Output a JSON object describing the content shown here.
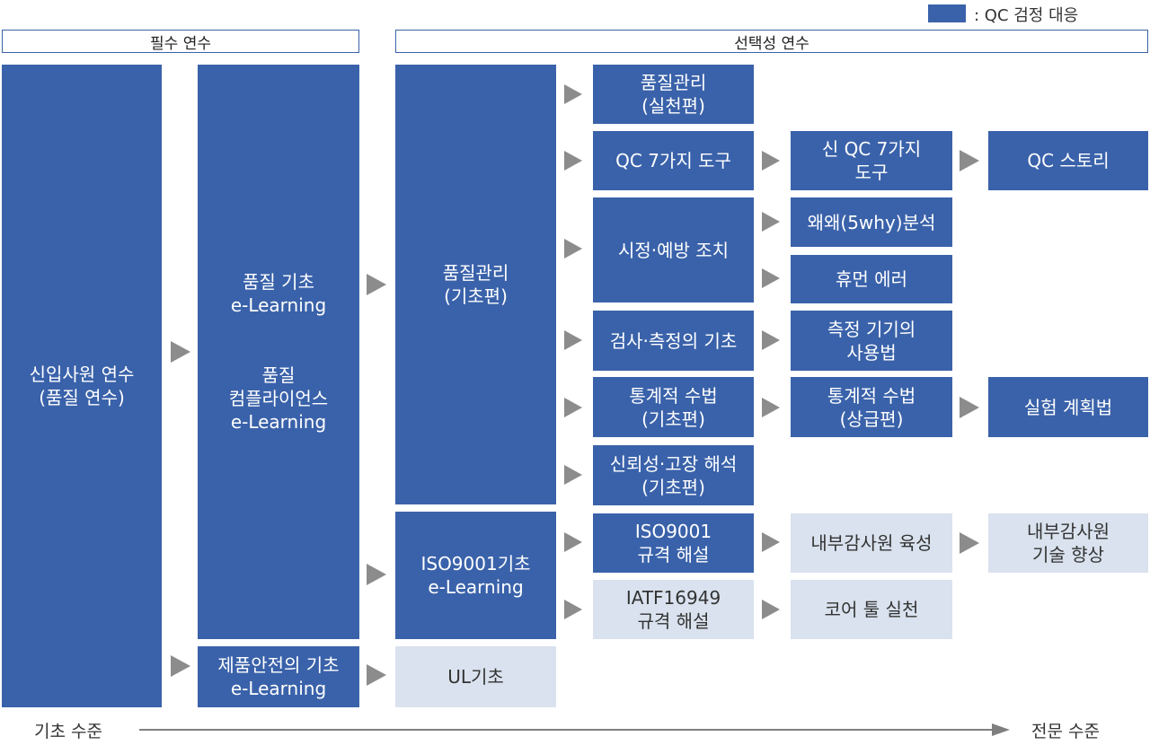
{
  "legend": {
    "label": ": QC 검정 대응",
    "color": "#3a62aa"
  },
  "headers": {
    "required": "필수 연수",
    "optional": "선택성 연수"
  },
  "colors": {
    "dark": "#3a62aa",
    "light": "#d9e2ee",
    "arrow": "#8c8c8c"
  },
  "boxes": {
    "newhire": "신입사원 연수\n(품질 연수)",
    "quality_basic": "품질 기초\ne-Learning\n\n\n품질\n컴플라이언스\ne-Learning",
    "product_safety": "제품안전의 기초\ne-Learning",
    "qm_basic": "품질관리\n(기초편)",
    "iso_basic": "ISO9001기초\ne-Learning",
    "ul_basic": "UL기초",
    "qm_practice": "품질관리\n(실천편)",
    "qc7": "QC 7가지 도구",
    "corrective": "시정·예방 조치",
    "inspection": "검사·측정의 기초",
    "stats_basic": "통계적 수법\n(기초편)",
    "reliability": "신뢰성·고장 해석\n(기초편)",
    "iso_std": "ISO9001\n규격 해설",
    "iatf_std": "IATF16949\n규격 해설",
    "new_qc7": "신 QC 7가지\n도구",
    "why5": "왜왜(5why)분석",
    "human_error": "휴먼 에러",
    "instrument": "측정 기기의\n사용법",
    "stats_adv": "통계적 수법\n(상급편)",
    "internal_auditor": "내부감사원 육성",
    "core_tools": "코어 툴 실천",
    "qc_story": "QC 스토리",
    "doe": "실험 계획법",
    "auditor_skill": "내부감사원\n기술 향상"
  },
  "axis": {
    "start": "기초 수준",
    "end": "전문 수준"
  }
}
